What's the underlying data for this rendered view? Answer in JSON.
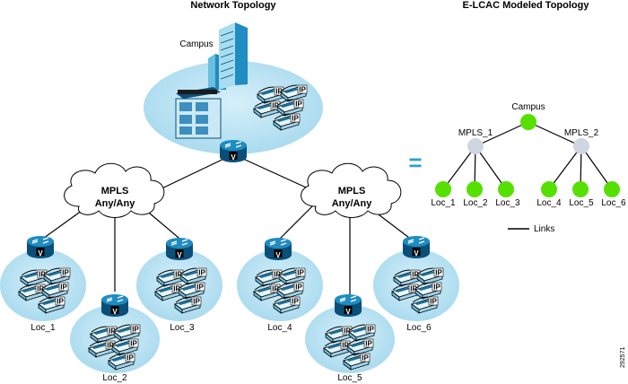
{
  "titles": {
    "network": "Network Topology",
    "elcac": "E-LCAC Modeled Topology"
  },
  "network": {
    "campus_label": "Campus",
    "cloud_left": {
      "line1": "MPLS",
      "line2": "Any/Any"
    },
    "cloud_right": {
      "line1": "MPLS",
      "line2": "Any/Any"
    },
    "router_badge": "V",
    "phone_badge": "IP",
    "locations": [
      "Loc_1",
      "Loc_2",
      "Loc_3",
      "Loc_4",
      "Loc_5",
      "Loc_6"
    ]
  },
  "equals_sign": "=",
  "elcac": {
    "campus": "Campus",
    "mpls1": "MPLS_1",
    "mpls2": "MPLS_2",
    "leaves": [
      "Loc_1",
      "Loc_2",
      "Loc_3",
      "Loc_4",
      "Loc_5",
      "Loc_6"
    ],
    "legend_label": "Links"
  },
  "figure_id": "292571",
  "colors": {
    "site_fill": "#b8e2f2",
    "router_blue": "#1f8cc2",
    "node_green": "#55e000",
    "node_grey": "#cfd6e0",
    "equals": "#2aa0cc"
  }
}
